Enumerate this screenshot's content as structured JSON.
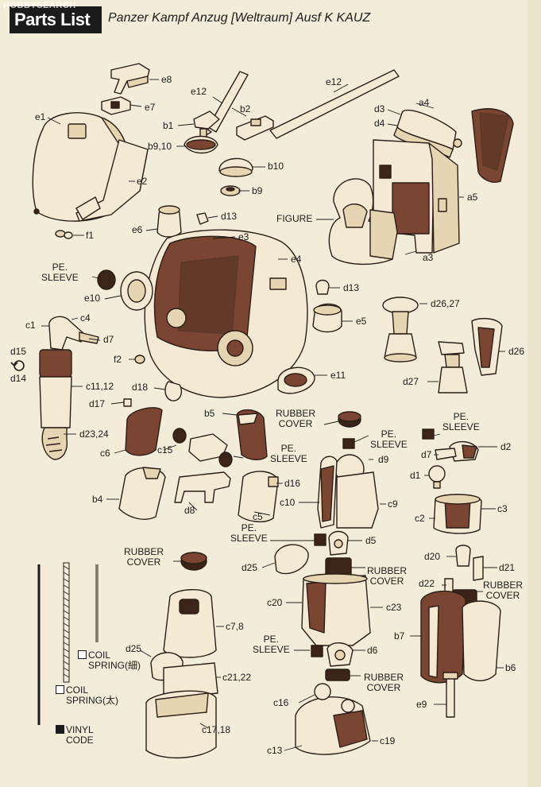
{
  "watermark": "HOBBYSEARCH",
  "header": {
    "title": "Parts List",
    "subtitle": "Panzer Kampf Anzug [Weltraum] Ausf K  KAUZ"
  },
  "labels": {
    "e8": "e8",
    "e7": "e7",
    "e12a": "e12",
    "e12b": "e12",
    "e1": "e1",
    "e2": "e2",
    "b1": "b1",
    "b2": "b2",
    "b910": "b9,10",
    "b10": "b10",
    "b9": "b9",
    "a4": "a4",
    "d3": "d3",
    "d4": "d4",
    "a5": "a5",
    "a3": "a3",
    "figure": "FIGURE",
    "f1": "f1",
    "e6": "e6",
    "d13a": "d13",
    "e3": "e3",
    "e4": "e4",
    "pe_sleeve_1": "PE.\nSLEEVE",
    "e10": "e10",
    "d13b": "d13",
    "d2627": "d26,27",
    "c1": "c1",
    "c4": "c4",
    "d7a": "d7",
    "d15": "d15",
    "d14": "d14",
    "f2": "f2",
    "e5": "e5",
    "d26": "d26",
    "c1112": "c11,12",
    "d18": "d18",
    "e11": "e11",
    "d27": "d27",
    "d17": "d17",
    "b5": "b5",
    "rubber_cover_1": "RUBBER\nCOVER",
    "pe_sleeve_2": "PE.\nSLEEVE",
    "d2324": "d23,24",
    "c6": "c6",
    "c15": "c15",
    "pe_sleeve_3": "PE.\nSLEEVE",
    "pe_sleeve_4": "PE.\nSLEEVE",
    "d9": "d9",
    "d7b": "d7",
    "d2": "d2",
    "d16": "d16",
    "d1": "d1",
    "b4": "b4",
    "c10": "c10",
    "c9": "c9",
    "c3": "c3",
    "d8": "d8",
    "c5": "c5",
    "c2": "c2",
    "pe_sleeve_5": "PE.\nSLEEVE",
    "d5": "d5",
    "rubber_cover_2": "RUBBER\nCOVER",
    "d20": "d20",
    "d21": "d21",
    "d25a": "d25",
    "rubber_cover_3": "RUBBER\nCOVER",
    "d22": "d22",
    "rubber_cover_4": "RUBBER\nCOVER",
    "c20": "c20",
    "c23": "c23",
    "c78": "c7,8",
    "b7": "b7",
    "d25b": "d25",
    "pe_sleeve_6": "PE.\nSLEEVE",
    "d6": "d6",
    "b6": "b6",
    "coil_thin": "COIL\nSPRING(細)",
    "c2122": "c21,22",
    "rubber_cover_5": "RUBBER\nCOVER",
    "coil_thick": "COIL\nSPRING(太)",
    "c16": "c16",
    "e9": "e9",
    "c1718": "c17,18",
    "vinyl_code": "VINYL\nCODE",
    "c13": "c13",
    "c19": "c19"
  },
  "colors": {
    "paper": "#f3ecd9",
    "part_light": "#f4ead3",
    "part_mid": "#e6d5b3",
    "part_brown": "#7a4532",
    "part_dark": "#3b2418",
    "ink": "#1b1b1b",
    "header_bg": "#1b1b1b",
    "header_text": "#ffffff"
  }
}
